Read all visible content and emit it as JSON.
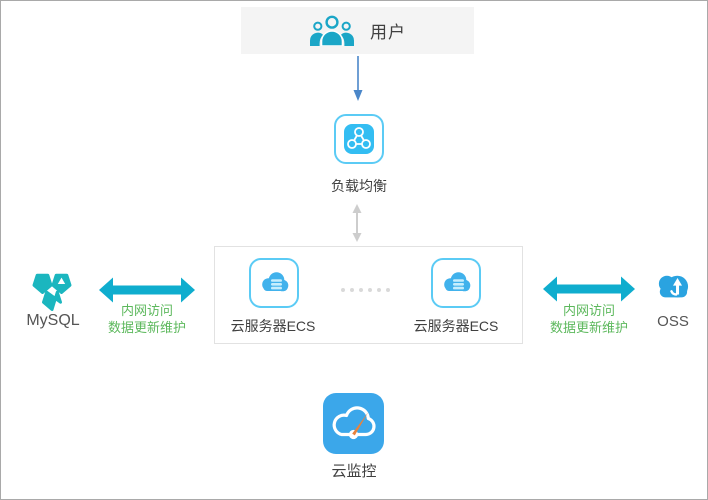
{
  "nodes": {
    "user": {
      "label": "用户",
      "icon": "user-group-icon"
    },
    "slb": {
      "label": "负载均衡",
      "icon": "load-balancer-icon"
    },
    "ecs_left": {
      "label": "云服务器ECS",
      "icon": "cloud-server-icon"
    },
    "ecs_right": {
      "label": "云服务器ECS",
      "icon": "cloud-server-icon"
    },
    "mysql": {
      "label": "MySQL",
      "icon": "database-icon"
    },
    "oss": {
      "label": "OSS",
      "icon": "storage-cloud-icon"
    },
    "monitor": {
      "label": "云监控",
      "icon": "cloud-monitor-icon"
    }
  },
  "links": {
    "left": {
      "line1": "内网访问",
      "line2": "数据更新维护"
    },
    "right": {
      "line1": "内网访问",
      "line2": "数据更新维护"
    }
  },
  "colors": {
    "arrow_cyan": "#0fadce",
    "arrow_blue": "#4b87c9",
    "arrow_gray": "#cdcdcd",
    "green_text": "#5cb85c",
    "teal_icon": "#1ba6c7",
    "mysql_teal": "#1bb6bf",
    "cyan_icon": "#33bdf2",
    "cyan_border": "#5bcbf5",
    "ecs_cloud_blue": "#41b2ec",
    "ecs_stripe": "#c6eefd",
    "oss_blue": "#2aa3e0",
    "monitor_blue": "#3ba7ea",
    "needle_orange": "#e8823c",
    "userbox_gray": "#f4f4f4",
    "box_border": "#e2e2e2",
    "text_dark": "#404040",
    "text_gray": "#555555",
    "dot_gray": "#d9d9d9"
  }
}
